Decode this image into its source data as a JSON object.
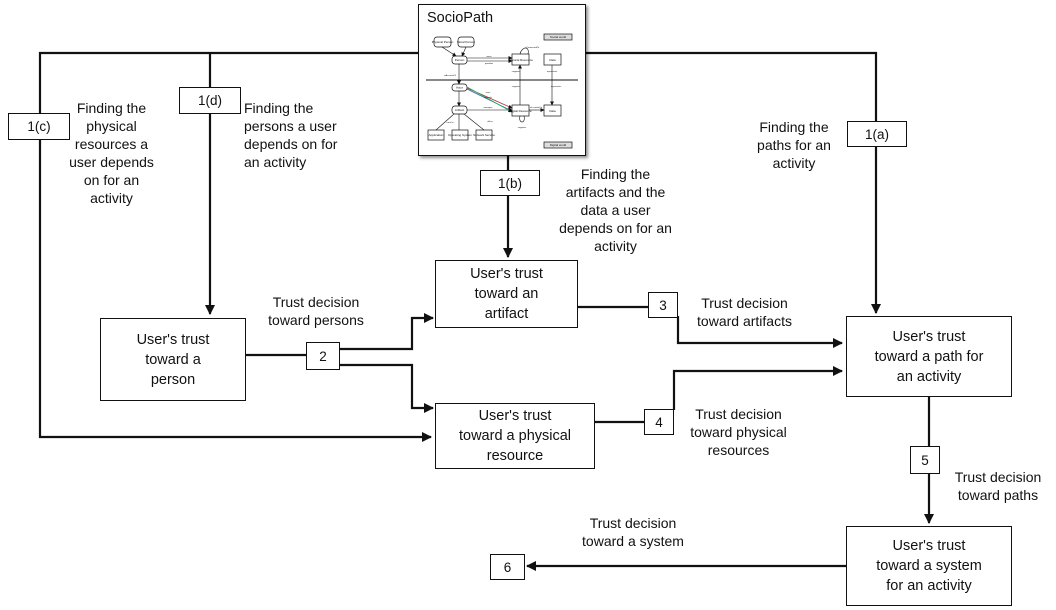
{
  "sociopath": {
    "title": "SocioPath",
    "thumbnail": {
      "tags": [
        "Social world",
        "Digital world"
      ],
      "nodes": [
        "Physical Person",
        "Moral Person",
        "Person",
        "Physical Resource",
        "Data",
        "Actor",
        "Artifact",
        "Digital Resource",
        "Data",
        "Application",
        "Operating System",
        "Network Service"
      ],
      "links": [
        "owns",
        "provides",
        "isConnectedTo",
        "supports",
        "represents",
        "uses",
        "controls",
        "supports",
        "represents",
        "isLocatedOn",
        "manages",
        "isAccountOf",
        "offers",
        "runsOn",
        "supports"
      ]
    }
  },
  "boxes": {
    "person": "User's trust\ntoward a\nperson",
    "artifact": "User's trust\ntoward  an\nartifact",
    "physical": "User's trust\ntoward a physical\nresource",
    "path": "User's trust\ntoward  a path for\nan activity",
    "system": "User's trust\ntoward  a system\nfor an activity"
  },
  "tags": {
    "t1a": "1(a)",
    "t1b": "1(b)",
    "t1c": "1(c)",
    "t1d": "1(d)",
    "t2": "2",
    "t3": "3",
    "t4": "4",
    "t5": "5",
    "t6": "6"
  },
  "labels": {
    "l1a": "Finding the\npaths for an\nactivity",
    "l1b": "Finding the\nartifacts and the\ndata a user\ndepends on for an\nactivity",
    "l1c": "Finding the\nphysical\nresources a\nuser depends\non for an\nactivity",
    "l1d": "Finding the\npersons a user\ndepends on for\nan activity",
    "l2": "Trust decision\ntoward persons",
    "l3": "Trust decision\ntoward artifacts",
    "l4": "Trust decision\ntoward physical\nresources",
    "l5": "Trust decision\ntoward paths",
    "l6": "Trust decision\ntoward a system"
  }
}
